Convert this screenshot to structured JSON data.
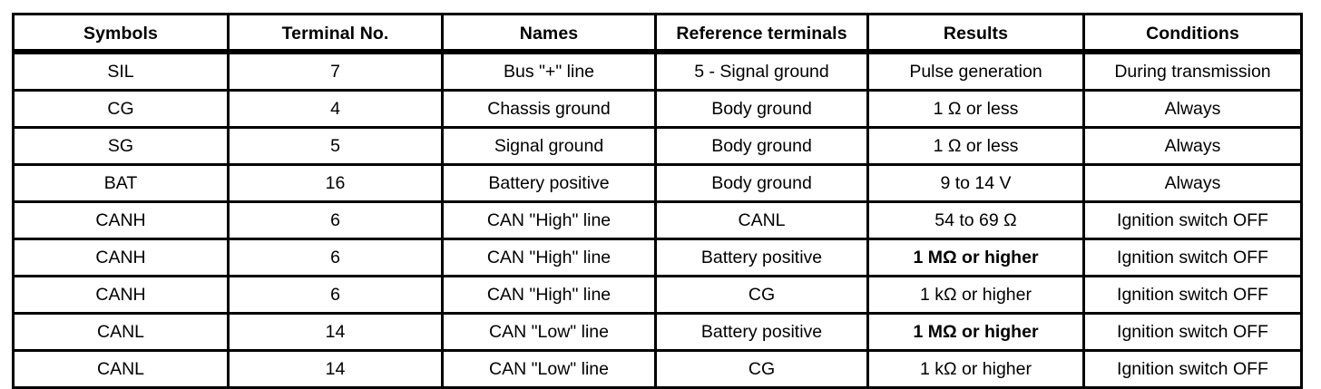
{
  "table": {
    "columns": [
      {
        "key": "symbols",
        "label": "Symbols"
      },
      {
        "key": "terminal",
        "label": "Terminal No."
      },
      {
        "key": "names",
        "label": "Names"
      },
      {
        "key": "reference",
        "label": "Reference terminals"
      },
      {
        "key": "results",
        "label": "Results"
      },
      {
        "key": "conditions",
        "label": "Conditions"
      }
    ],
    "rows": [
      {
        "symbols": "SIL",
        "terminal": "7",
        "names": "Bus \"+\" line",
        "reference": "5 - Signal ground",
        "results": "Pulse generation",
        "results_emphasis": false,
        "conditions": "During transmission"
      },
      {
        "symbols": "CG",
        "terminal": "4",
        "names": "Chassis ground",
        "reference": "Body ground",
        "results": "1 Ω or less",
        "results_emphasis": false,
        "conditions": "Always"
      },
      {
        "symbols": "SG",
        "terminal": "5",
        "names": "Signal ground",
        "reference": "Body ground",
        "results": "1 Ω or less",
        "results_emphasis": false,
        "conditions": "Always"
      },
      {
        "symbols": "BAT",
        "terminal": "16",
        "names": "Battery positive",
        "reference": "Body ground",
        "results": "9 to 14 V",
        "results_emphasis": false,
        "conditions": "Always"
      },
      {
        "symbols": "CANH",
        "terminal": "6",
        "names": "CAN \"High\" line",
        "reference": "CANL",
        "results": "54 to 69 Ω",
        "results_emphasis": false,
        "conditions": "Ignition switch OFF"
      },
      {
        "symbols": "CANH",
        "terminal": "6",
        "names": "CAN \"High\" line",
        "reference": "Battery positive",
        "results": "1 MΩ or higher",
        "results_emphasis": true,
        "conditions": "Ignition switch OFF"
      },
      {
        "symbols": "CANH",
        "terminal": "6",
        "names": "CAN \"High\" line",
        "reference": "CG",
        "results": "1 kΩ or higher",
        "results_emphasis": false,
        "conditions": "Ignition switch OFF"
      },
      {
        "symbols": "CANL",
        "terminal": "14",
        "names": "CAN \"Low\" line",
        "reference": "Battery positive",
        "results": "1 MΩ or higher",
        "results_emphasis": true,
        "conditions": "Ignition switch OFF"
      },
      {
        "symbols": "CANL",
        "terminal": "14",
        "names": "CAN \"Low\" line",
        "reference": "CG",
        "results": "1 kΩ or higher",
        "results_emphasis": false,
        "conditions": "Ignition switch OFF"
      }
    ]
  },
  "colors": {
    "rule": "#000000",
    "background": "#ffffff",
    "text": "#000000"
  }
}
